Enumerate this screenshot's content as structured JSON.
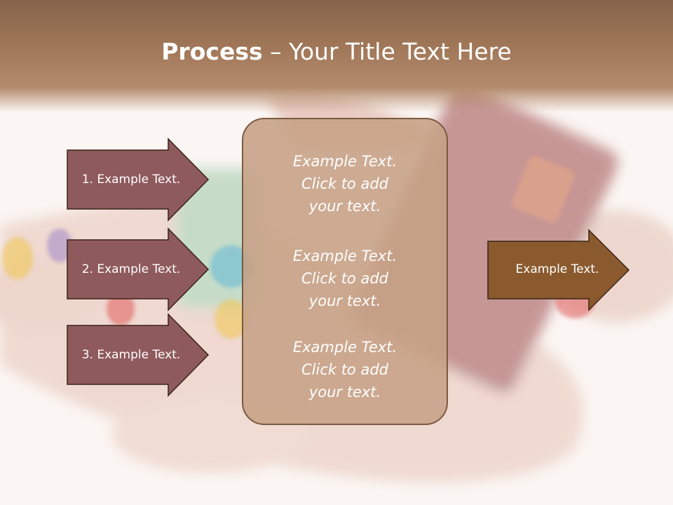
{
  "slide": {
    "title_bold": "Process",
    "title_rest": " – Your Title Text Here",
    "left_items": [
      "1. Example Text.",
      "2. Example Text.",
      "3. Example Text."
    ],
    "center_paragraphs": [
      [
        "Example Text.",
        "Click  to add",
        "your text."
      ],
      [
        "Example Text.",
        "Click  to add",
        "your text."
      ],
      [
        "Example Text.",
        "Click  to add",
        "your text."
      ]
    ],
    "right_item": "Example Text."
  },
  "colors": {
    "title_band": "#9f7657",
    "left_arrow_fill": "#8f5a5d",
    "right_arrow_fill": "#8a5a2e",
    "center_box_fill": "#c6a085",
    "outline": "#3a2418"
  }
}
